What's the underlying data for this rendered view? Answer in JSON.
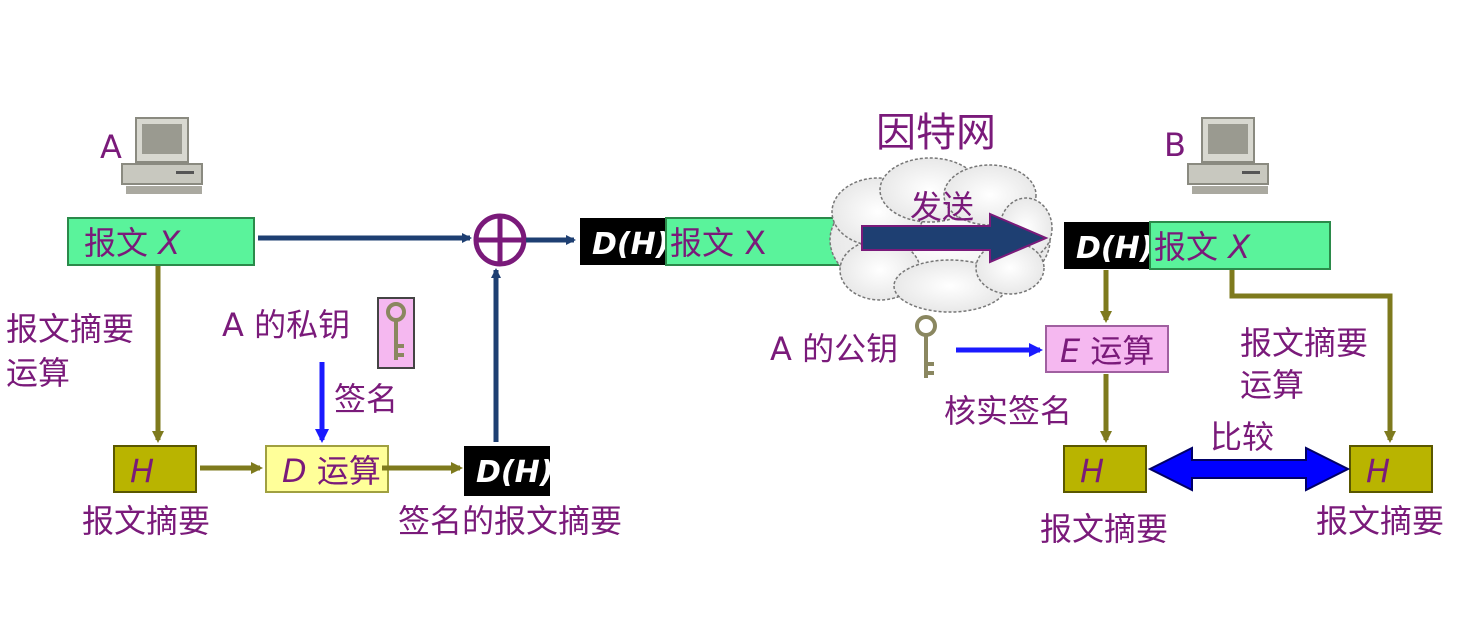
{
  "colors": {
    "text_purple": "#7a1a7a",
    "green_box": "#5af39b",
    "olive_box": "#b9b400",
    "olive_arrow": "#7e7a1d",
    "yellow_box": "#ffff99",
    "pink_box": "#f5b8f0",
    "navy_arrow": "#1e3f72",
    "blue_arrow": "#1a1aff",
    "compare_arrow": "#0000ff",
    "black": "#000000"
  },
  "sender": {
    "label": "A",
    "icon": "computer-icon",
    "message_box": {
      "text": "报文 ",
      "var": "X"
    },
    "digest_op_label": [
      "报文摘要",
      "运算"
    ],
    "private_key_label": "A 的私钥",
    "key_icon": "key-icon",
    "sign_label": "签名",
    "h_box": "H",
    "h_caption": "报文摘要",
    "d_box": {
      "var": "D",
      "text": " 运算"
    },
    "signed_box": {
      "text": "D(H)"
    },
    "signed_caption": "签名的报文摘要",
    "xor_icon": "circle-plus-icon"
  },
  "combined": {
    "dh": "D(H)",
    "text": " 报文 X"
  },
  "internet": {
    "label": "因特网",
    "send_label": "发送",
    "cloud_icon": "cloud-icon"
  },
  "receiver": {
    "label": "B",
    "icon": "computer-icon",
    "dh": "D(H)",
    "message_box": {
      "text": "报文 ",
      "var": "X"
    },
    "public_key_label": "A 的公钥",
    "key_icon": "key-icon",
    "e_box": {
      "var": "E",
      "text": " 运算"
    },
    "verify_label": "核实签名",
    "digest_op_label": [
      "报文摘要",
      "运算"
    ],
    "h_left": "H",
    "h_left_caption": "报文摘要",
    "compare_label": "比较",
    "h_right": "H",
    "h_right_caption": "报文摘要"
  }
}
